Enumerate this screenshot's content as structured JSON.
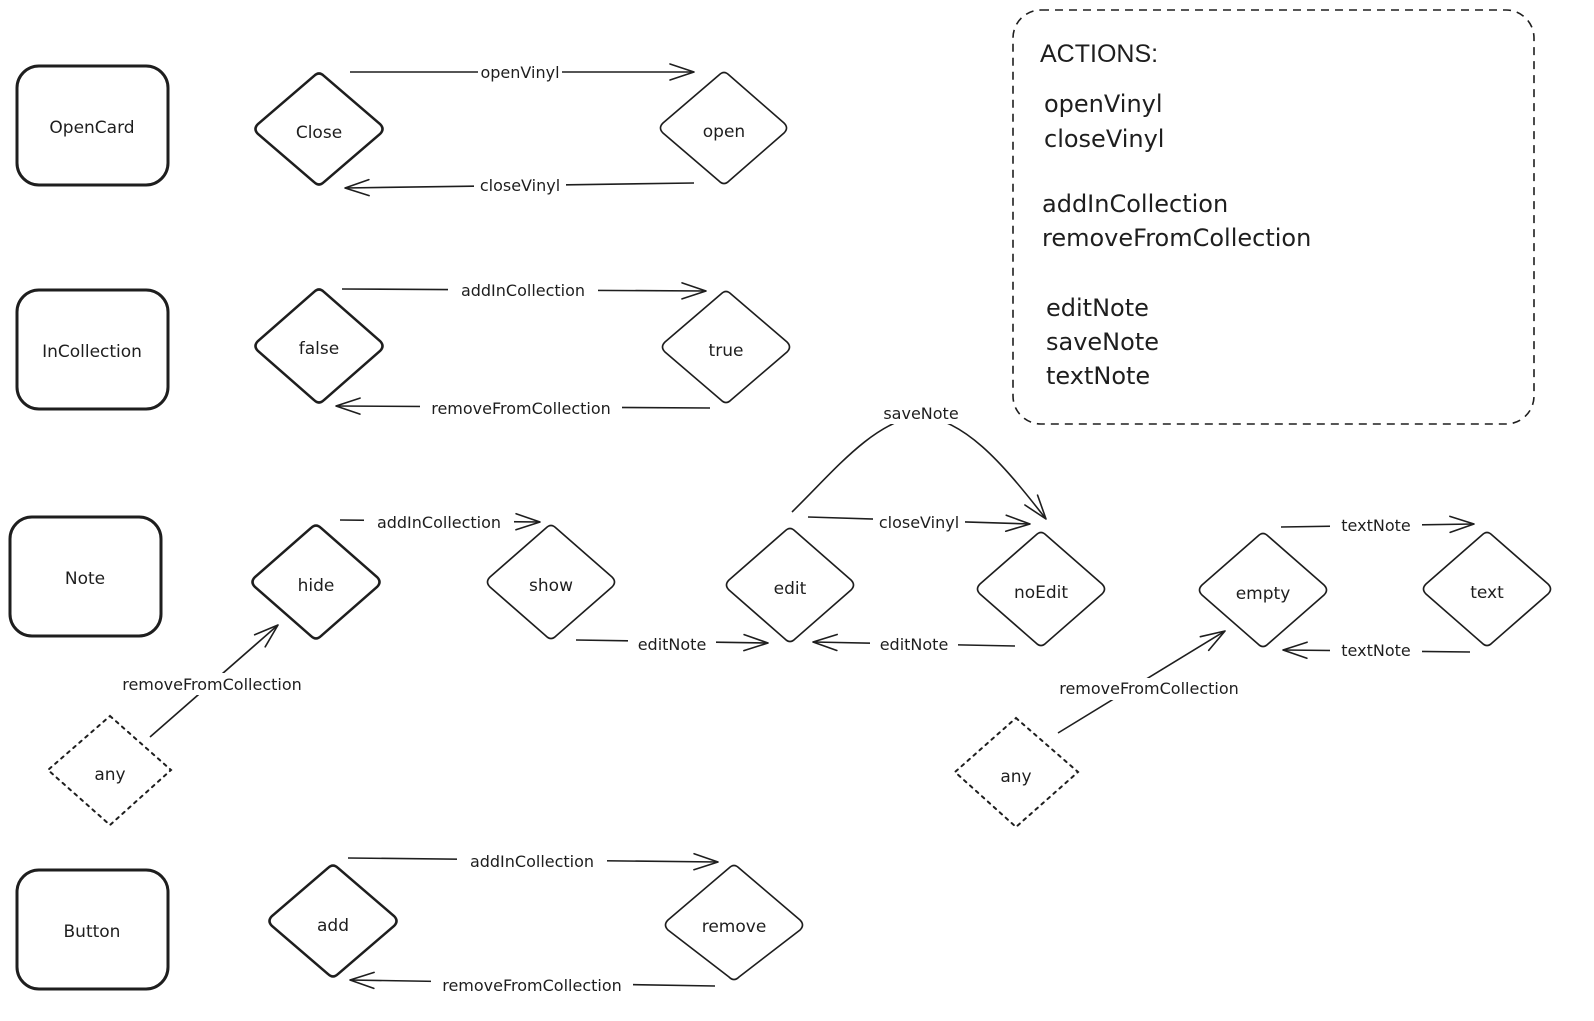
{
  "canvas": {
    "background": "#ffffff",
    "stroke": "#1e1e1e"
  },
  "components": {
    "opencard": "OpenCard",
    "incollection": "InCollection",
    "note": "Note",
    "button": "Button"
  },
  "states": {
    "opencard_close": "Close",
    "opencard_open": "open",
    "incollection_false": "false",
    "incollection_true": "true",
    "note_hide": "hide",
    "note_show": "show",
    "note_edit": "edit",
    "note_noedit": "noEdit",
    "note_empty": "empty",
    "note_text": "text",
    "note_any_left": "any",
    "note_any_right": "any",
    "button_add": "add",
    "button_remove": "remove"
  },
  "transitions": {
    "open_vinyl": "openVinyl",
    "close_vinyl": "closeVinyl",
    "add_in_collection_1": "addInCollection",
    "remove_from_collection_1": "removeFromCollection",
    "save_note": "saveNote",
    "add_in_collection_2": "addInCollection",
    "close_vinyl_2": "closeVinyl",
    "edit_note_1": "editNote",
    "edit_note_2": "editNote",
    "text_note_1": "textNote",
    "text_note_2": "textNote",
    "remove_from_collection_any_left": "removeFromCollection",
    "remove_from_collection_any_right": "removeFromCollection",
    "add_in_collection_3": "addInCollection",
    "remove_from_collection_3": "removeFromCollection"
  },
  "legend": {
    "title": "ACTIONS:",
    "items": [
      "openVinyl",
      "closeVinyl",
      "addInCollection",
      "removeFromCollection",
      "editNote",
      "saveNote",
      "textNote"
    ]
  }
}
